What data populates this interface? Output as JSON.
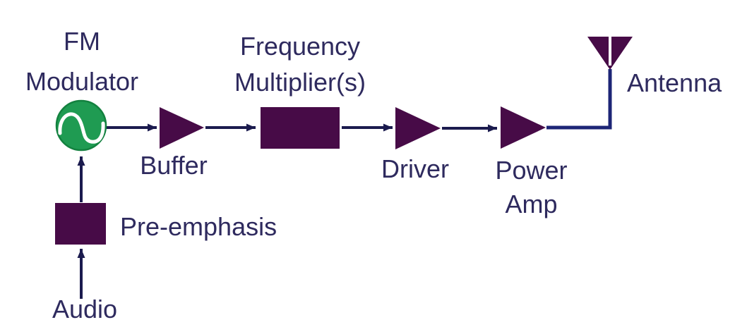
{
  "diagram": {
    "type": "block-diagram",
    "subject": "FM transmitter signal chain"
  },
  "labels": {
    "fm_modulator": {
      "line1": "FM",
      "line2": "Modulator"
    },
    "buffer": "Buffer",
    "frequency_multiplier": {
      "line1": "Frequency",
      "line2": "Multiplier(s)"
    },
    "driver": "Driver",
    "power_amp": {
      "line1": "Power",
      "line2": "Amp"
    },
    "antenna": "Antenna",
    "pre_emphasis": "Pre-emphasis",
    "audio": "Audio"
  },
  "colors": {
    "block_fill": "#470b47",
    "modulator_green": "#1f9b52",
    "modulator_border": "#13813f",
    "sine_wave": "#ffffff",
    "line": "#1b1b4e",
    "antenna_line": "#1d2576",
    "text": "#2e2a5e",
    "background": "#ffffff"
  }
}
